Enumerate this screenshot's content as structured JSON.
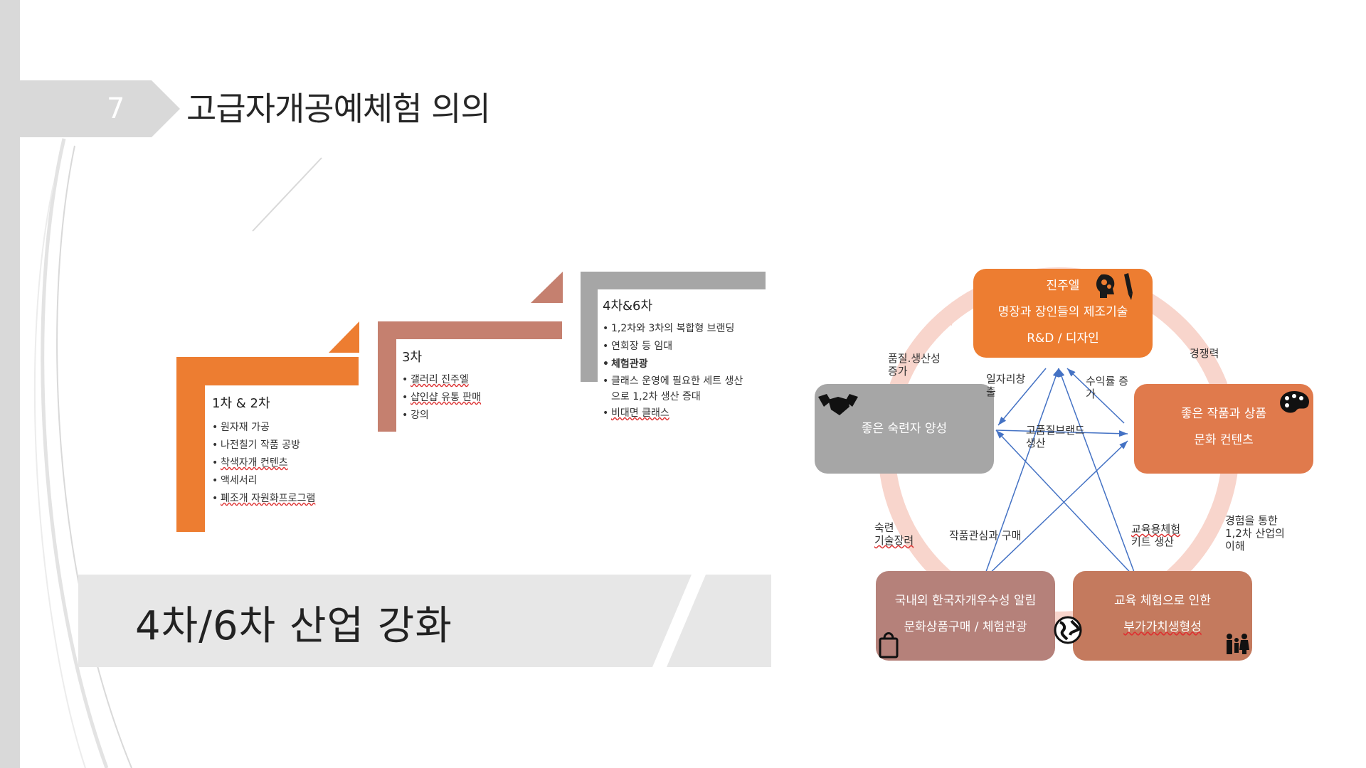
{
  "slide": {
    "page_number": "7",
    "title": "고급자개공예체험 의의"
  },
  "steps": {
    "step1": {
      "title": "1차 & 2차",
      "items": [
        "원자재 가공",
        "나전칠기 작품 공방",
        "착색자개 컨텐츠",
        "액세서리",
        "폐조개 자원화프로그램"
      ]
    },
    "step2": {
      "title": "3차",
      "items": [
        "갤러리 진주엘",
        "샵인샵 유통 판매",
        "강의"
      ]
    },
    "step3": {
      "title": "4차&6차",
      "items": [
        "1,2차와 3차의 복합형 브랜딩",
        "연회장 등 임대",
        "체험관광",
        "클래스 운영에 필요한 세트 생산",
        "으로 1,2차 생산 증대",
        "비대면 클래스"
      ]
    }
  },
  "banner": {
    "text": "4차/6차 산업 강화"
  },
  "cycle": {
    "nodes": {
      "top": {
        "title": "진주엘",
        "line1": "명장과 장인들의 제조기술",
        "line2": "R&D / 디자인"
      },
      "left": {
        "line1": "좋은 숙련자 양성"
      },
      "right": {
        "line1": "좋은 작품과 상품",
        "line2": "문화 컨텐츠"
      },
      "bottom_left": {
        "line1": "국내외 한국자개우수성 알림",
        "line2": "문화상품구매 / 체험관광"
      },
      "bottom_right": {
        "line1": "교육 체험으로 인한",
        "line2": "부가가치생형성"
      }
    },
    "labels": {
      "quality": [
        "품질.생산성",
        "증가"
      ],
      "competitiveness": [
        "경쟁력"
      ],
      "jobs": [
        "일자리창",
        "출"
      ],
      "profit": [
        "수익률 증",
        "가"
      ],
      "brand": [
        "고품질브랜드",
        "생산"
      ],
      "skilled": [
        "숙련",
        "기술장려"
      ],
      "interest": [
        "작품관심과 구매"
      ],
      "kit": [
        "교육용체험",
        "키트 생산"
      ],
      "experience": [
        "경험을 통한",
        "1,2차 산업의",
        "이해"
      ]
    },
    "colors": {
      "orange": "#ed7d31",
      "orange_soft": "#e07a4c",
      "gray": "#a6a6a6",
      "rose": "#b5817a",
      "rose_dark": "#c47a5e",
      "ring": "#f8d5cc",
      "arrow": "#4472c4"
    },
    "icons": [
      "head-gears-icon",
      "pencil-icon",
      "handshake-icon",
      "palette-icon",
      "shopping-bag-icon",
      "globe-icon",
      "family-icon"
    ]
  }
}
